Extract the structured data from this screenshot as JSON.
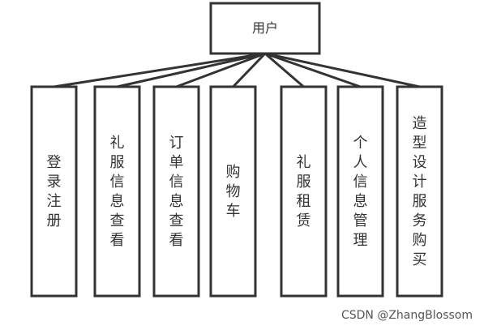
{
  "root": {
    "label": "用户"
  },
  "children": [
    {
      "id": "c1",
      "label": "登录注册"
    },
    {
      "id": "c2",
      "label": "礼服信息查看"
    },
    {
      "id": "c3",
      "label": "订单信息查看"
    },
    {
      "id": "c4",
      "label": "购物车"
    },
    {
      "id": "c5",
      "label": "礼服租赁"
    },
    {
      "id": "c6",
      "label": "个人信息管理"
    },
    {
      "id": "c7",
      "label": "造型设计服务购买"
    }
  ],
  "watermark": "CSDN @ZhangBlossom"
}
